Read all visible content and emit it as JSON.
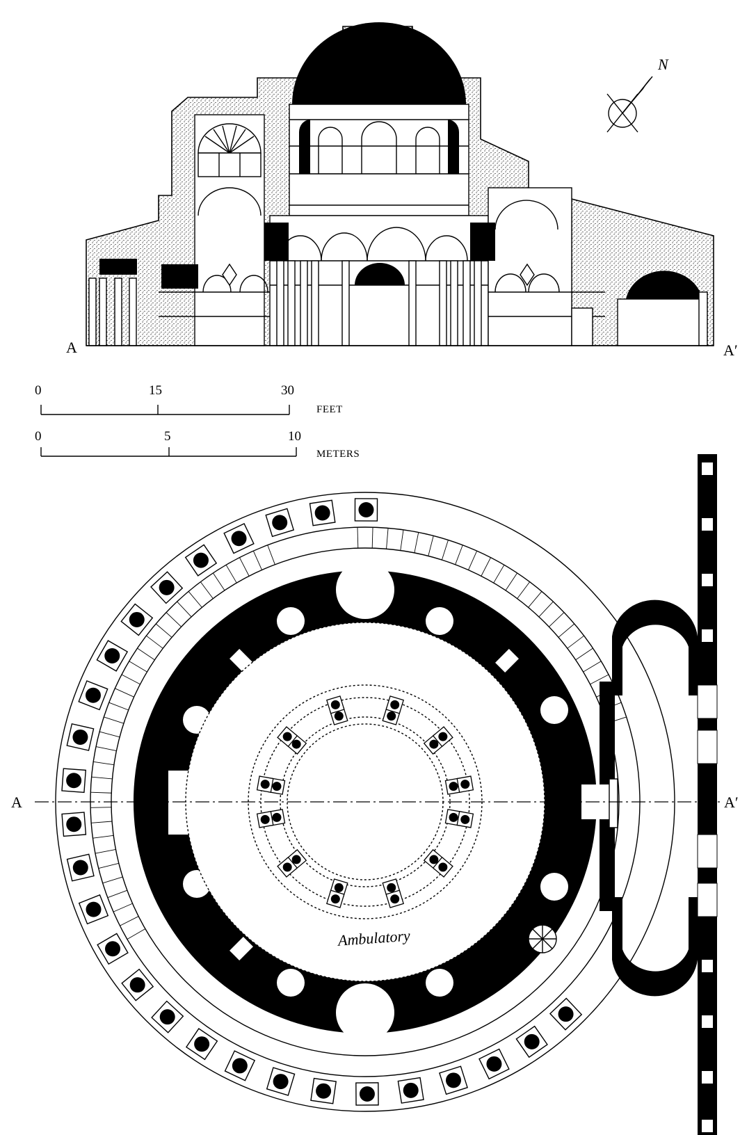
{
  "section": {
    "label_left": "A",
    "label_right": "A′"
  },
  "plan": {
    "label_left": "A",
    "label_right": "A′",
    "room_label": "Ambulatory"
  },
  "north_arrow": {
    "letter": "N",
    "icon": "north-arrow-icon"
  },
  "scale_feet": {
    "ticks": [
      "0",
      "15",
      "30"
    ],
    "unit": "FEET"
  },
  "scale_meters": {
    "ticks": [
      "0",
      "5",
      "10"
    ],
    "unit": "METERS"
  },
  "colors": {
    "ink": "#000000",
    "paper": "#ffffff"
  }
}
